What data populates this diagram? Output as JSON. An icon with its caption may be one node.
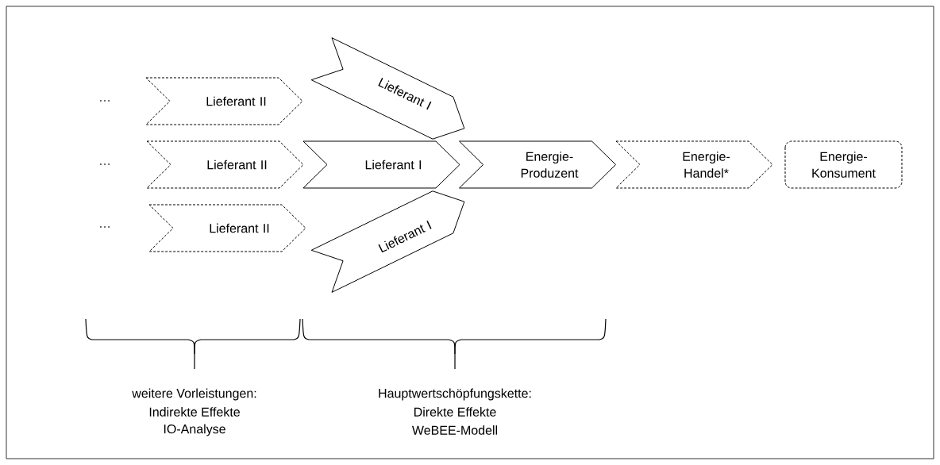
{
  "diagram": {
    "nodes": [
      {
        "text": [
          "Lieferant II"
        ]
      },
      {
        "text": [
          "Lieferant I"
        ]
      },
      {
        "text": [
          "Lieferant II"
        ]
      },
      {
        "text": [
          "Lieferant I"
        ]
      },
      {
        "text": [
          "Energie- Produzent"
        ]
      },
      {
        "text": [
          "Energie- Handel*"
        ]
      },
      {
        "text": [
          "Energie- Konsument"
        ]
      },
      {
        "text": [
          "Lieferant II"
        ]
      },
      {
        "text": [
          "Lieferant I"
        ]
      }
    ],
    "labels": [
      "…",
      "…",
      "…",
      "weitere Vorleistungen:",
      "Indirekte Effekte",
      "IO-Analyse",
      "Hauptwertschöpfungskette:",
      "Direkte Effekte",
      "WeBEE-Modell"
    ]
  }
}
